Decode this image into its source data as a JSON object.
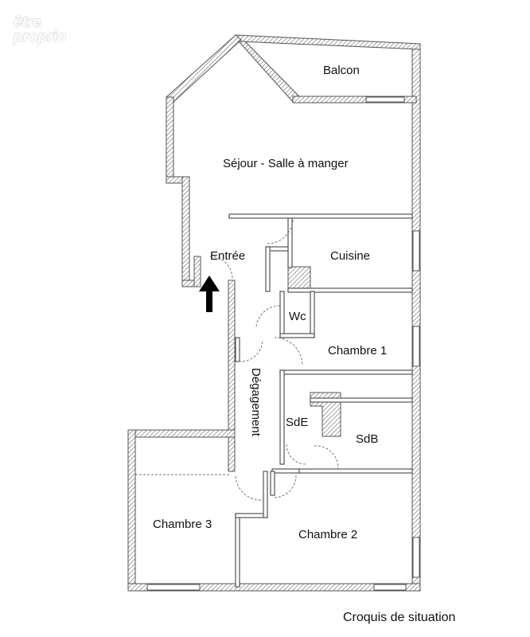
{
  "logo": {
    "line1": "être",
    "line2": "proprio"
  },
  "rooms": {
    "balcon": "Balcon",
    "sejour": "Séjour - Salle à manger",
    "entree": "Entrée",
    "cuisine": "Cuisine",
    "wc": "Wc",
    "chambre1": "Chambre 1",
    "degagement": "Dégagement",
    "sde": "SdE",
    "sdb": "SdB",
    "chambre3": "Chambre 3",
    "chambre2": "Chambre 2"
  },
  "caption": "Croquis de situation",
  "icons": {
    "entrance": "up-arrow-icon"
  },
  "colors": {
    "wall": "#555555",
    "hatch": "#9a9a9a",
    "door_arc": "#777777"
  }
}
